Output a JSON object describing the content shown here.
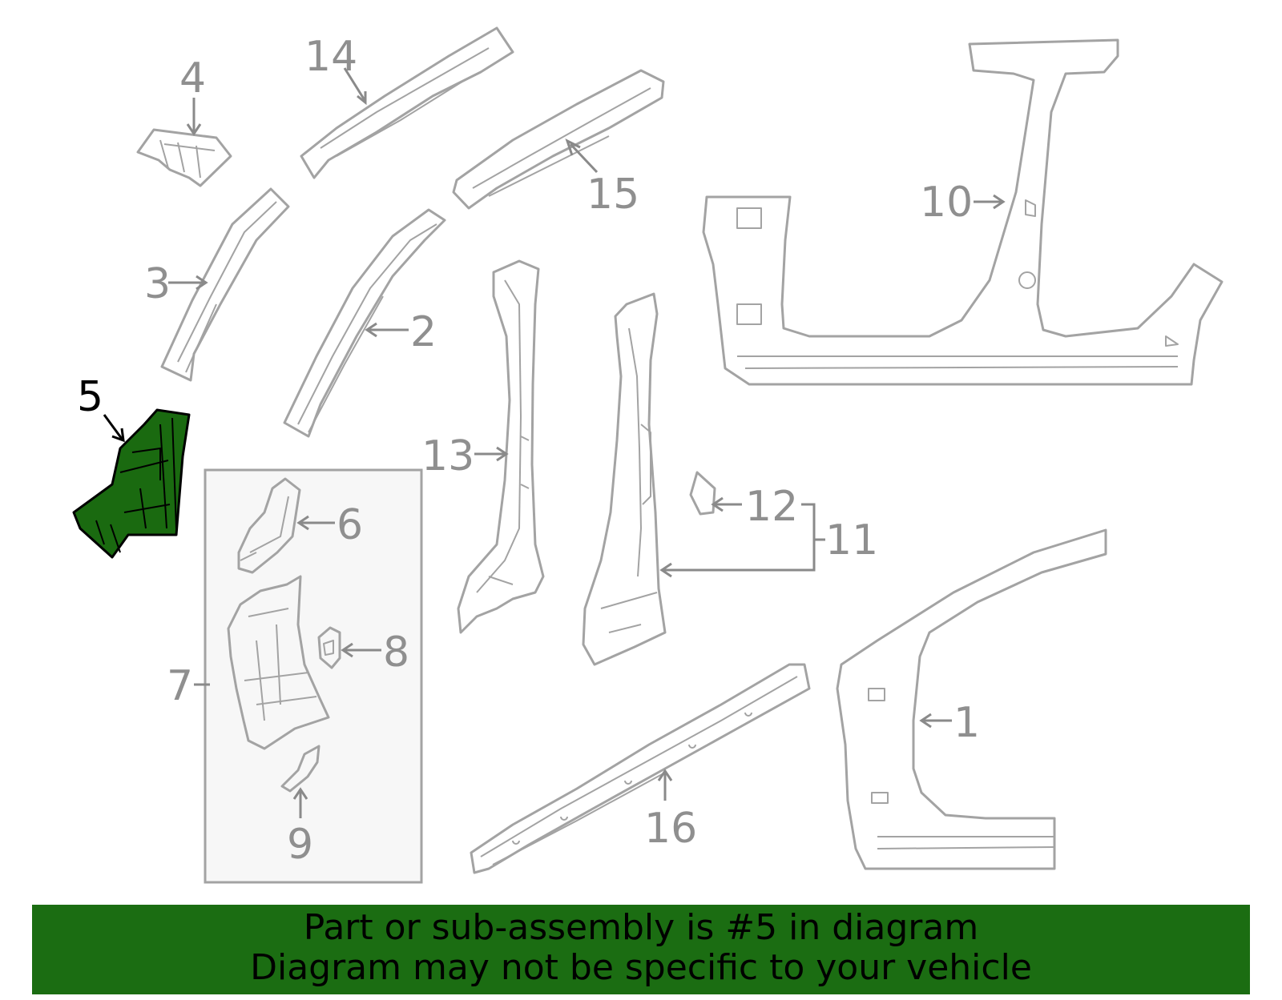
{
  "diagram": {
    "callouts": [
      "1",
      "2",
      "3",
      "4",
      "5",
      "6",
      "7",
      "8",
      "9",
      "10",
      "11",
      "12",
      "13",
      "14",
      "15",
      "16"
    ],
    "highlighted_part": "5",
    "colors": {
      "highlight": "#1a6a10",
      "part_outline": "#a3a3a3",
      "label": "#8f8f8f",
      "banner": "#1b6d12"
    }
  },
  "banner": {
    "line1": "Part or sub-assembly is #5 in diagram",
    "line2": "Diagram may not be specific to your vehicle"
  }
}
